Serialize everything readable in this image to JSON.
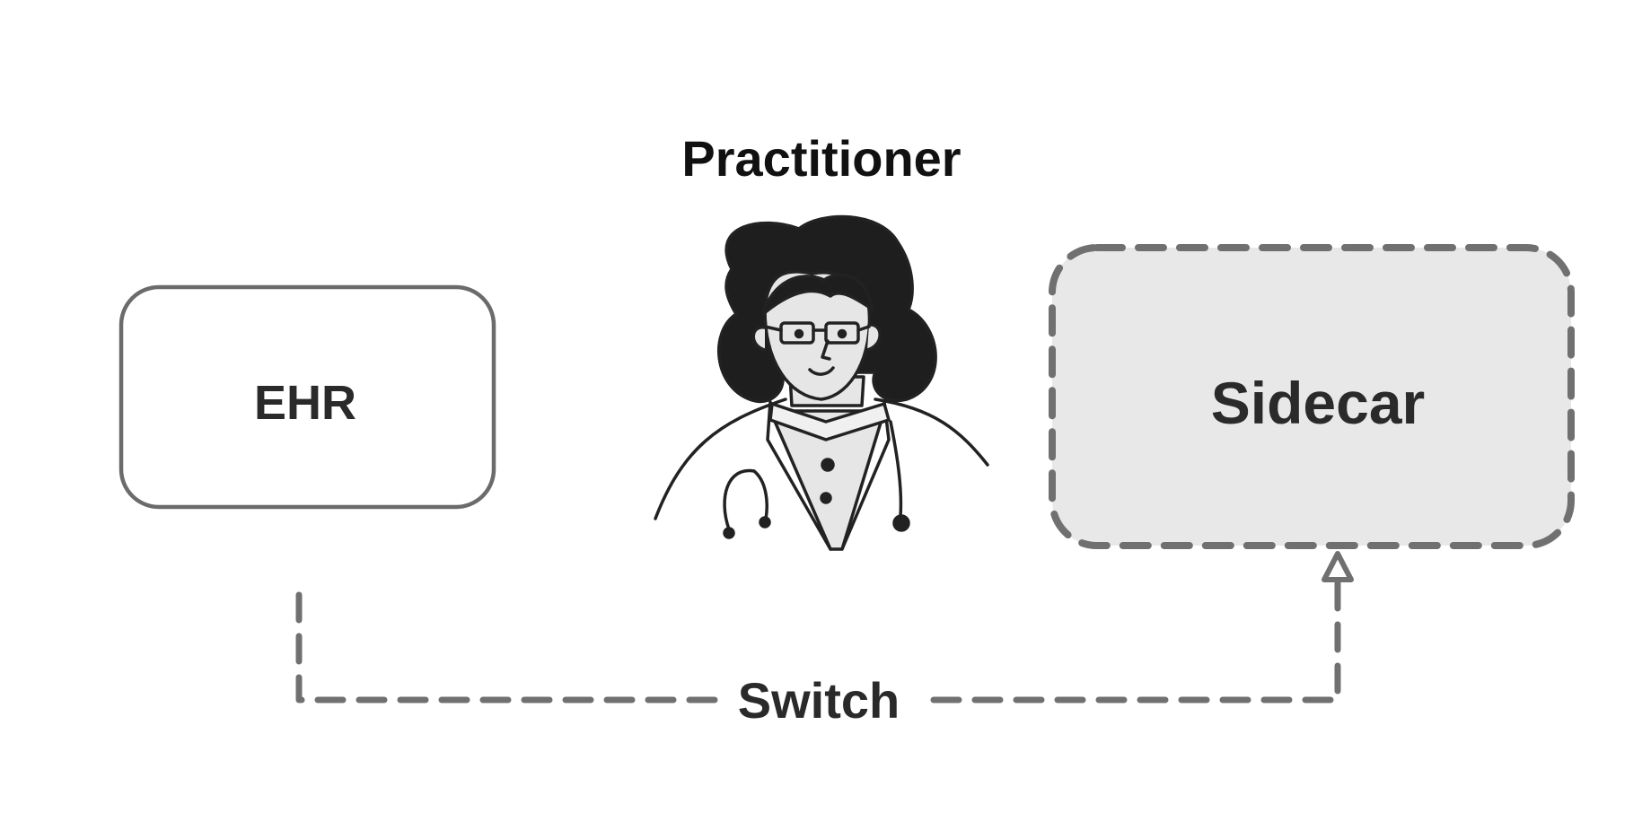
{
  "diagram": {
    "title": "Practitioner",
    "nodes": {
      "ehr": {
        "label": "EHR"
      },
      "sidecar": {
        "label": "Sidecar"
      }
    },
    "edges": {
      "switch": {
        "label": "Switch",
        "from": "EHR",
        "to": "Sidecar",
        "style": "dashed"
      }
    },
    "figure": {
      "icon": "doctor-icon"
    },
    "colors": {
      "stroke": "#6b6b6b",
      "sidecar_fill": "#e8e8e8",
      "text": "#2a2a2a",
      "title": "#111111"
    }
  }
}
